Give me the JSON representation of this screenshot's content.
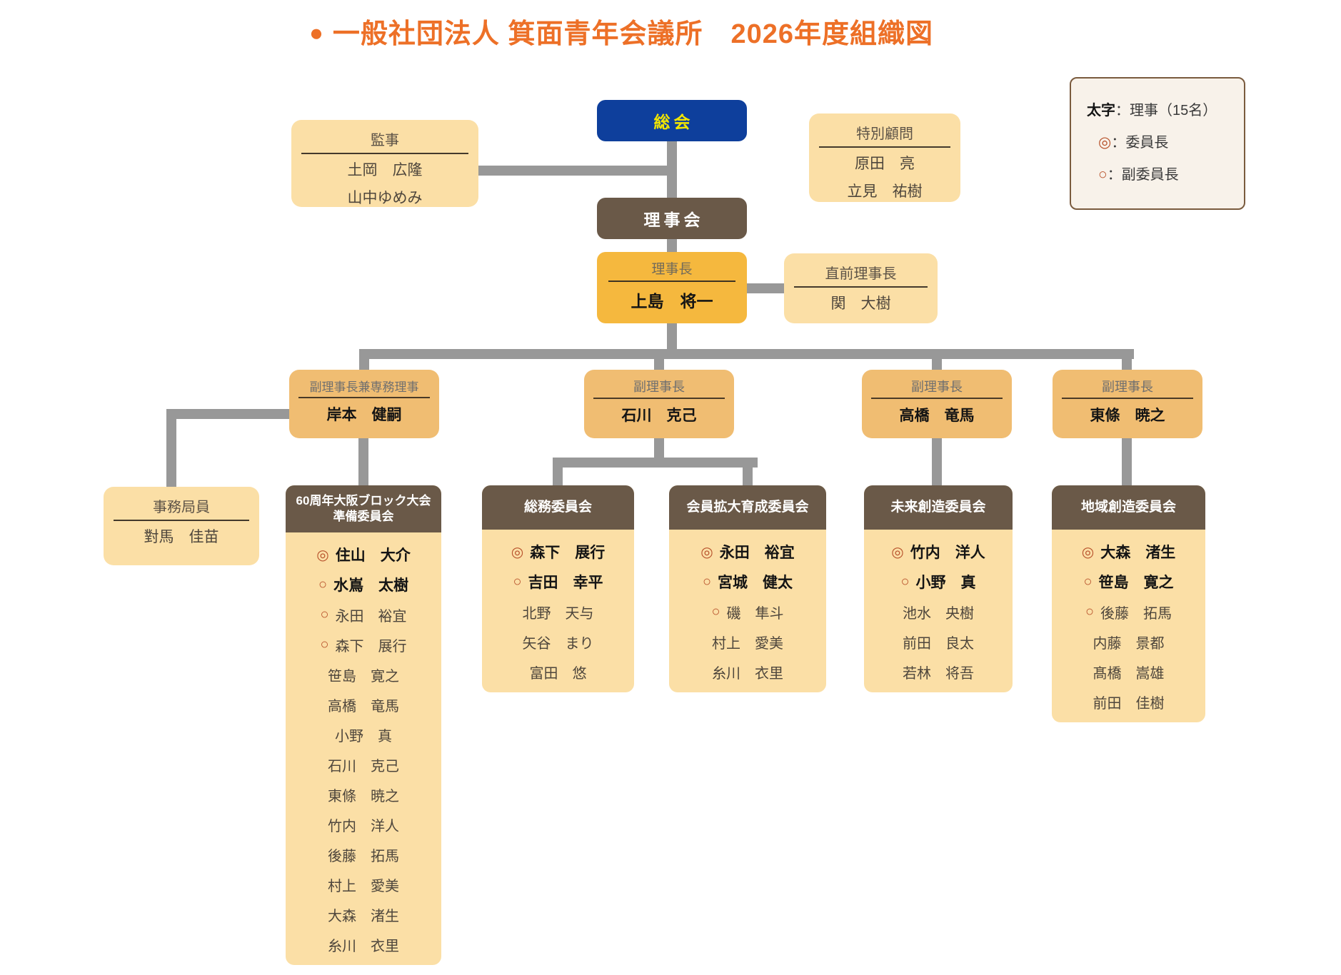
{
  "title": {
    "bullet": "●",
    "text": "一般社団法人 箕面青年会議所　2026年度組織図"
  },
  "legend": {
    "bold_term": "太字",
    "bold_desc": "：理事（15名）",
    "chair_symbol": "◎",
    "chair_desc": "：委員長",
    "vice_symbol": "○",
    "vice_desc": "：副委員長"
  },
  "org": {
    "general_meeting": "総会",
    "board": "理事会",
    "auditors": {
      "title": "監事",
      "members": [
        "土岡　広隆",
        "山中ゆめみ"
      ]
    },
    "special_advisors": {
      "title": "特別顧問",
      "members": [
        "原田　亮",
        "立見　祐樹"
      ]
    },
    "president": {
      "title": "理事長",
      "name": "上島　将一"
    },
    "past_president": {
      "title": "直前理事長",
      "name": "関　大樹"
    },
    "secretariat": {
      "title": "事務局員",
      "members": [
        "對馬　佳苗"
      ]
    },
    "vice_presidents": [
      {
        "title": "副理事長兼専務理事",
        "name": "岸本　健嗣"
      },
      {
        "title": "副理事長",
        "name": "石川　克己"
      },
      {
        "title": "副理事長",
        "name": "高橋　竜馬"
      },
      {
        "title": "副理事長",
        "name": "東條　暁之"
      }
    ],
    "committees": [
      {
        "header_lines": [
          "60周年大阪ブロック大会",
          "準備委員会"
        ],
        "members": [
          {
            "symbol": "◎",
            "name": "住山　大介",
            "bold": true
          },
          {
            "symbol": "○",
            "name": "水嶌　太樹",
            "bold": true
          },
          {
            "symbol": "○",
            "name": "永田　裕宜",
            "bold": false
          },
          {
            "symbol": "○",
            "name": "森下　展行",
            "bold": false
          },
          {
            "symbol": "",
            "name": "笹島　寛之",
            "bold": false
          },
          {
            "symbol": "",
            "name": "高橋　竜馬",
            "bold": false
          },
          {
            "symbol": "",
            "name": "小野　真",
            "bold": false
          },
          {
            "symbol": "",
            "name": "石川　克己",
            "bold": false
          },
          {
            "symbol": "",
            "name": "東條　暁之",
            "bold": false
          },
          {
            "symbol": "",
            "name": "竹内　洋人",
            "bold": false
          },
          {
            "symbol": "",
            "name": "後藤　拓馬",
            "bold": false
          },
          {
            "symbol": "",
            "name": "村上　愛美",
            "bold": false
          },
          {
            "symbol": "",
            "name": "大森　渚生",
            "bold": false
          },
          {
            "symbol": "",
            "name": "糸川　衣里",
            "bold": false
          }
        ]
      },
      {
        "header_lines": [
          "総務委員会"
        ],
        "members": [
          {
            "symbol": "◎",
            "name": "森下　展行",
            "bold": true
          },
          {
            "symbol": "○",
            "name": "吉田　幸平",
            "bold": true
          },
          {
            "symbol": "",
            "name": "北野　天与",
            "bold": false
          },
          {
            "symbol": "",
            "name": "矢谷　まり",
            "bold": false
          },
          {
            "symbol": "",
            "name": "富田　悠",
            "bold": false
          }
        ]
      },
      {
        "header_lines": [
          "会員拡大育成委員会"
        ],
        "members": [
          {
            "symbol": "◎",
            "name": "永田　裕宜",
            "bold": true
          },
          {
            "symbol": "○",
            "name": "宮城　健太",
            "bold": true
          },
          {
            "symbol": "○",
            "name": "磯　隼斗",
            "bold": false
          },
          {
            "symbol": "",
            "name": "村上　愛美",
            "bold": false
          },
          {
            "symbol": "",
            "name": "糸川　衣里",
            "bold": false
          }
        ]
      },
      {
        "header_lines": [
          "未来創造委員会"
        ],
        "members": [
          {
            "symbol": "◎",
            "name": "竹内　洋人",
            "bold": true
          },
          {
            "symbol": "○",
            "name": "小野　真",
            "bold": true
          },
          {
            "symbol": "",
            "name": "池水　央樹",
            "bold": false
          },
          {
            "symbol": "",
            "name": "前田　良太",
            "bold": false
          },
          {
            "symbol": "",
            "name": "若林　将吾",
            "bold": false
          }
        ]
      },
      {
        "header_lines": [
          "地域創造委員会"
        ],
        "members": [
          {
            "symbol": "◎",
            "name": "大森　渚生",
            "bold": true
          },
          {
            "symbol": "○",
            "name": "笹島　寛之",
            "bold": true
          },
          {
            "symbol": "○",
            "name": "後藤　拓馬",
            "bold": false
          },
          {
            "symbol": "",
            "name": "内藤　景都",
            "bold": false
          },
          {
            "symbol": "",
            "name": "髙橋　嵩雄",
            "bold": false
          },
          {
            "symbol": "",
            "name": "前田　佳樹",
            "bold": false
          }
        ]
      }
    ]
  },
  "colors": {
    "accent_orange": "#ed7027",
    "node_blue": "#0e3f9c",
    "node_yellow_text": "#f2e600",
    "node_brown": "#6a5948",
    "node_amber": "#f5b83e",
    "node_tan": "#f0bd72",
    "node_peach": "#fbdfa6",
    "symbol_red": "#b8532c",
    "connector_gray": "#989898"
  }
}
